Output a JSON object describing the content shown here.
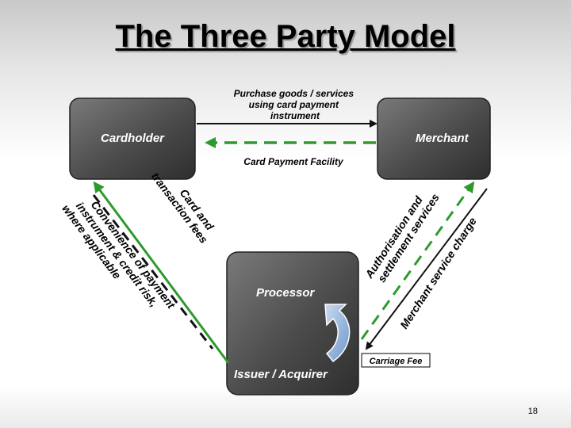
{
  "title": "The Three Party Model",
  "nodes": {
    "cardholder": "Cardholder",
    "merchant": "Merchant",
    "processor": "Processor",
    "issuer_acquirer": "Issuer / Acquirer"
  },
  "edges": {
    "purchase": [
      "Purchase goods / services",
      "using card payment",
      "instrument"
    ],
    "card_payment_facility": "Card Payment Facility",
    "card_fees": [
      "Card and",
      "transaction fees"
    ],
    "convenience": [
      "Convenience of payment",
      "instrument & credit risk,",
      "where applicable"
    ],
    "authorisation": [
      "Authorisation and",
      "settlement services"
    ],
    "merchant_service": "Merchant service charge",
    "carriage_fee": "Carriage Fee"
  },
  "colors": {
    "box_fill": "#555555",
    "arrow_green": "#2e9a2e",
    "arrow_dark": "#111111",
    "cycle_arrow": "#8fb0d8"
  },
  "page_number": "18"
}
